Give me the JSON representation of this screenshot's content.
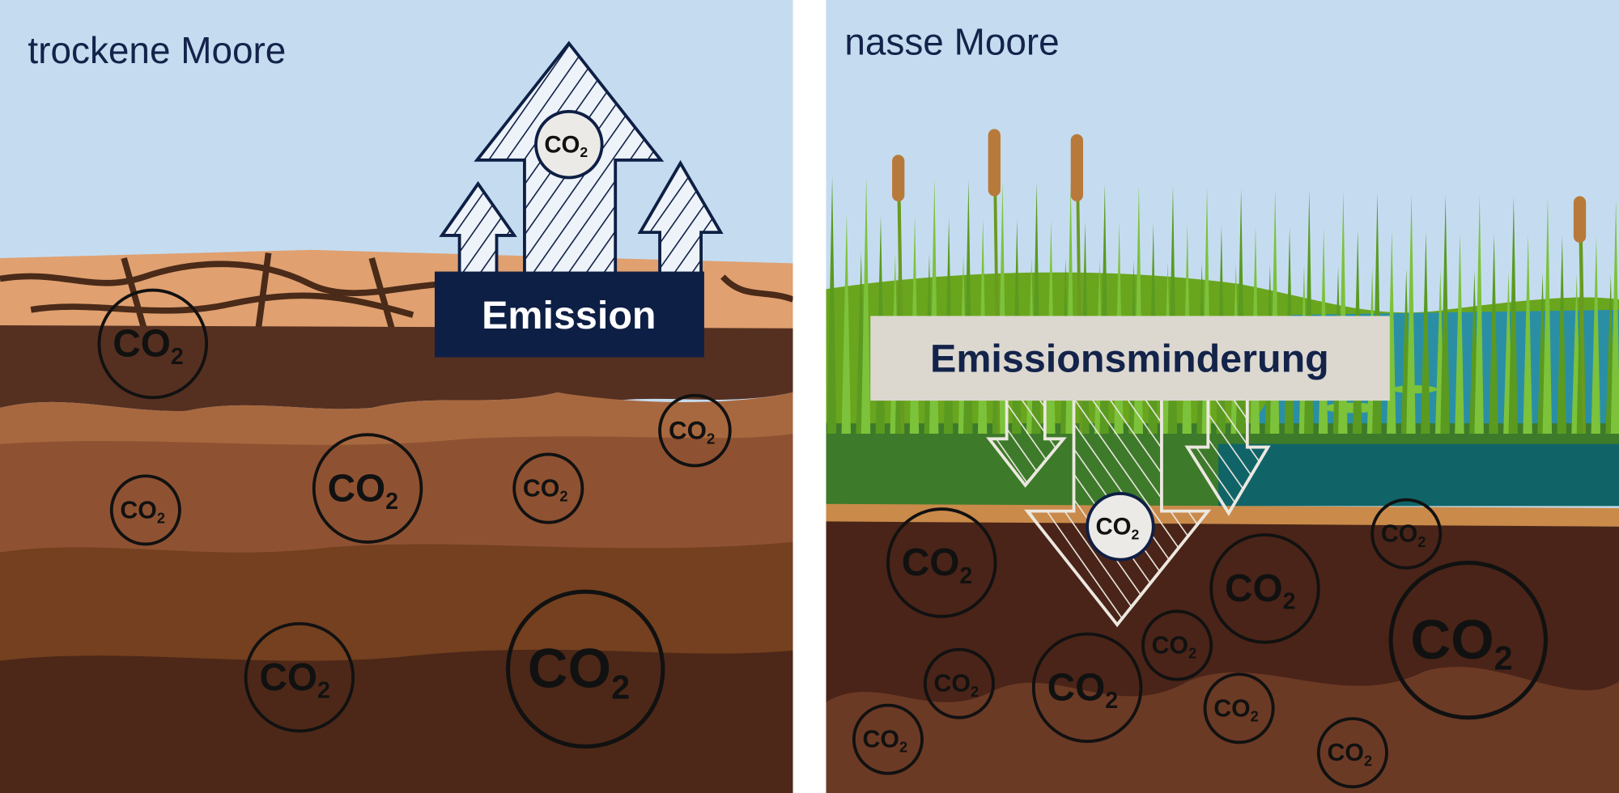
{
  "panels": {
    "dry": {
      "title": "trockene Moore",
      "label": "Emission"
    },
    "wet": {
      "title": "nasse Moore",
      "label": "Emissionsminderung"
    }
  },
  "co2": {
    "main": "CO",
    "sub": "2"
  },
  "colors": {
    "navy": "#0e1f45",
    "sky": "#c5dcf0",
    "label_bg": "#dcd8d0",
    "water": "#2a8fa5",
    "grass": "#6aa51e"
  }
}
